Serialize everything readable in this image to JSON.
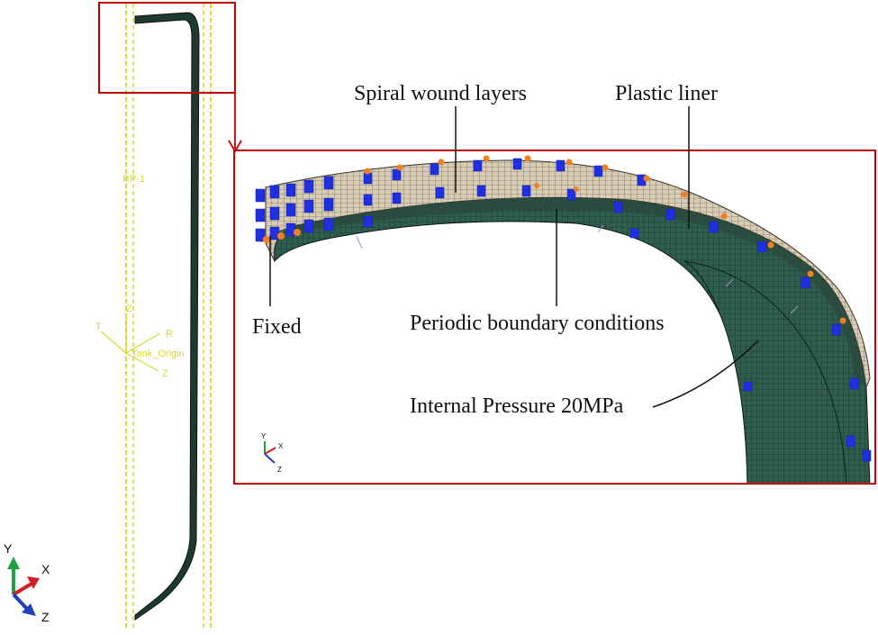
{
  "labels": {
    "spiral": "Spiral wound layers",
    "liner": "Plastic liner",
    "fixed": "Fixed",
    "periodic": "Periodic boundary conditions",
    "pressure": "Internal Pressure 20MPa"
  },
  "model": {
    "rp": "RP-1",
    "origin": "Tank_Origin",
    "t": "T",
    "z": "Z",
    "r": "R"
  },
  "triad": {
    "y": "Y",
    "x": "X",
    "z": "Z"
  },
  "colors": {
    "highlight_box": "#c00000",
    "mesh_fill": "#2e5e4e",
    "bc_blue": "#2030e0",
    "bc_orange": "#f08020",
    "datum_yellow": "#d8d830"
  }
}
